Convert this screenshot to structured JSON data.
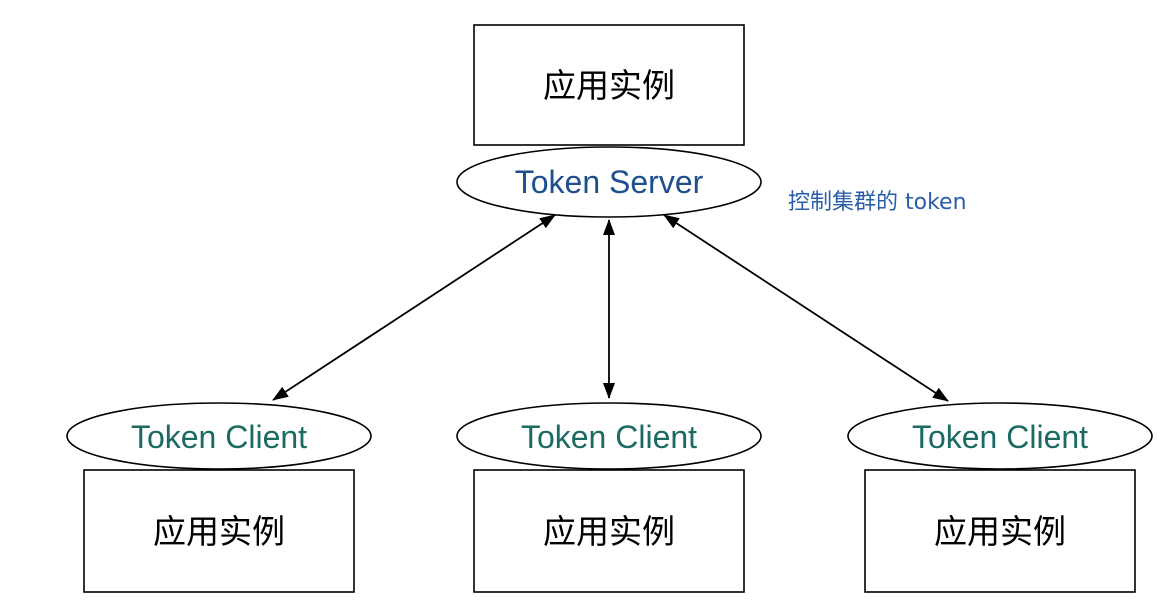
{
  "diagram": {
    "server": {
      "instance_label": "应用实例",
      "label": "Token Server",
      "note": "控制集群的 token"
    },
    "clients": [
      {
        "label": "Token Client",
        "instance_label": "应用实例"
      },
      {
        "label": "Token Client",
        "instance_label": "应用实例"
      },
      {
        "label": "Token Client",
        "instance_label": "应用实例"
      }
    ],
    "edges": [
      {
        "from": "server",
        "to": "client-1",
        "direction": "both"
      },
      {
        "from": "server",
        "to": "client-2",
        "direction": "both"
      },
      {
        "from": "server",
        "to": "client-3",
        "direction": "both"
      }
    ],
    "colors": {
      "server_text": "#1d4f8c",
      "client_text": "#1b6b63",
      "note_text": "#2b5ea8",
      "stroke": "#000000"
    }
  }
}
